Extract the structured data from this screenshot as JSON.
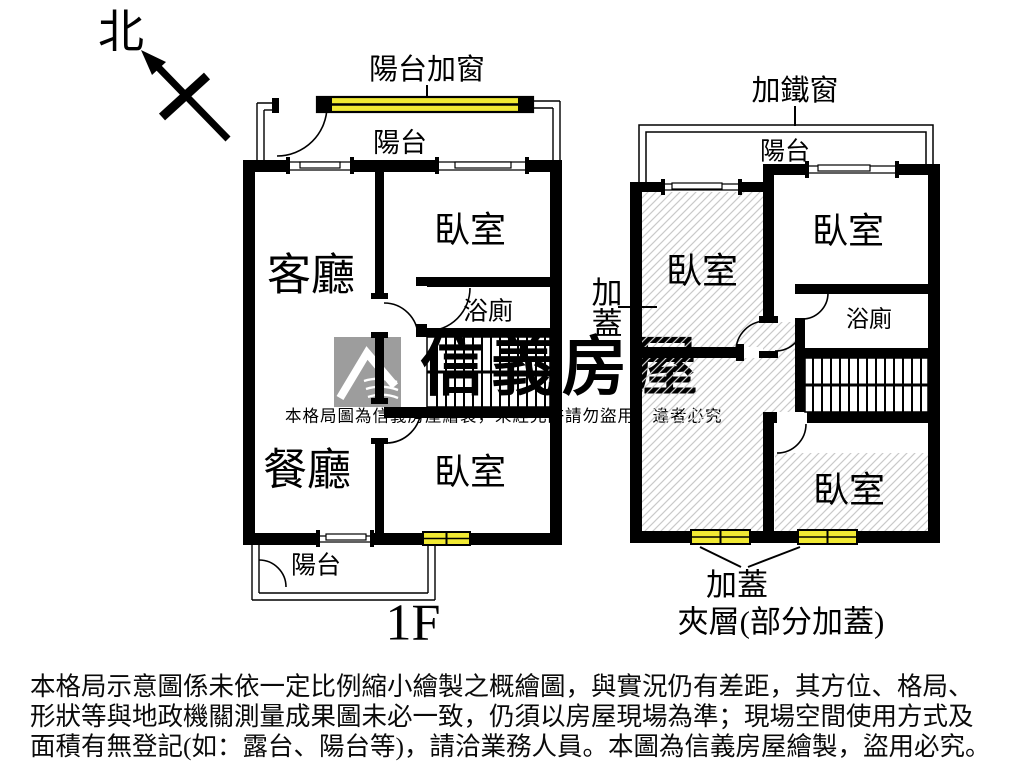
{
  "north_label": "北",
  "floor1": {
    "balcony_window_note": "陽台加窗",
    "balcony_top": "陽台",
    "living_room": "客廳",
    "bedroom_top": "臥室",
    "bathroom": "浴廁",
    "dining_room": "餐廳",
    "bedroom_bottom": "臥室",
    "balcony_bottom": "陽台",
    "floor_label": "1F"
  },
  "mezzanine": {
    "iron_window_note": "加鐵窗",
    "balcony": "陽台",
    "bedroom_left": "臥室",
    "bedroom_top": "臥室",
    "bathroom": "浴廁",
    "bedroom_bottom": "臥室",
    "addition_note_side": "加蓋",
    "addition_note_bottom": "加蓋",
    "floor_label": "夾層(部分加蓋)"
  },
  "watermark": {
    "brand": "信義房屋",
    "notice": "本格局圖為信義房屋繪製，未經允許請勿盜用，違者必究"
  },
  "disclaimer": {
    "line1": "本格局示意圖係未依一定比例縮小繪製之概繪圖，與實況仍有差距，其方位、格局、",
    "line2": "形狀等與地政機關測量成果圖未必一致，仍須以房屋現場為準；現場空間使用方式及",
    "line3": "面積有無登記(如：露台、陽台等)，請洽業務人員。本圖為信義房屋繪製，盜用必究。"
  },
  "colors": {
    "window_yellow": "#f1e933",
    "wall_black": "#000000",
    "watermark_gray": "#9d9d9d",
    "hatch_gray": "#cccccc"
  }
}
